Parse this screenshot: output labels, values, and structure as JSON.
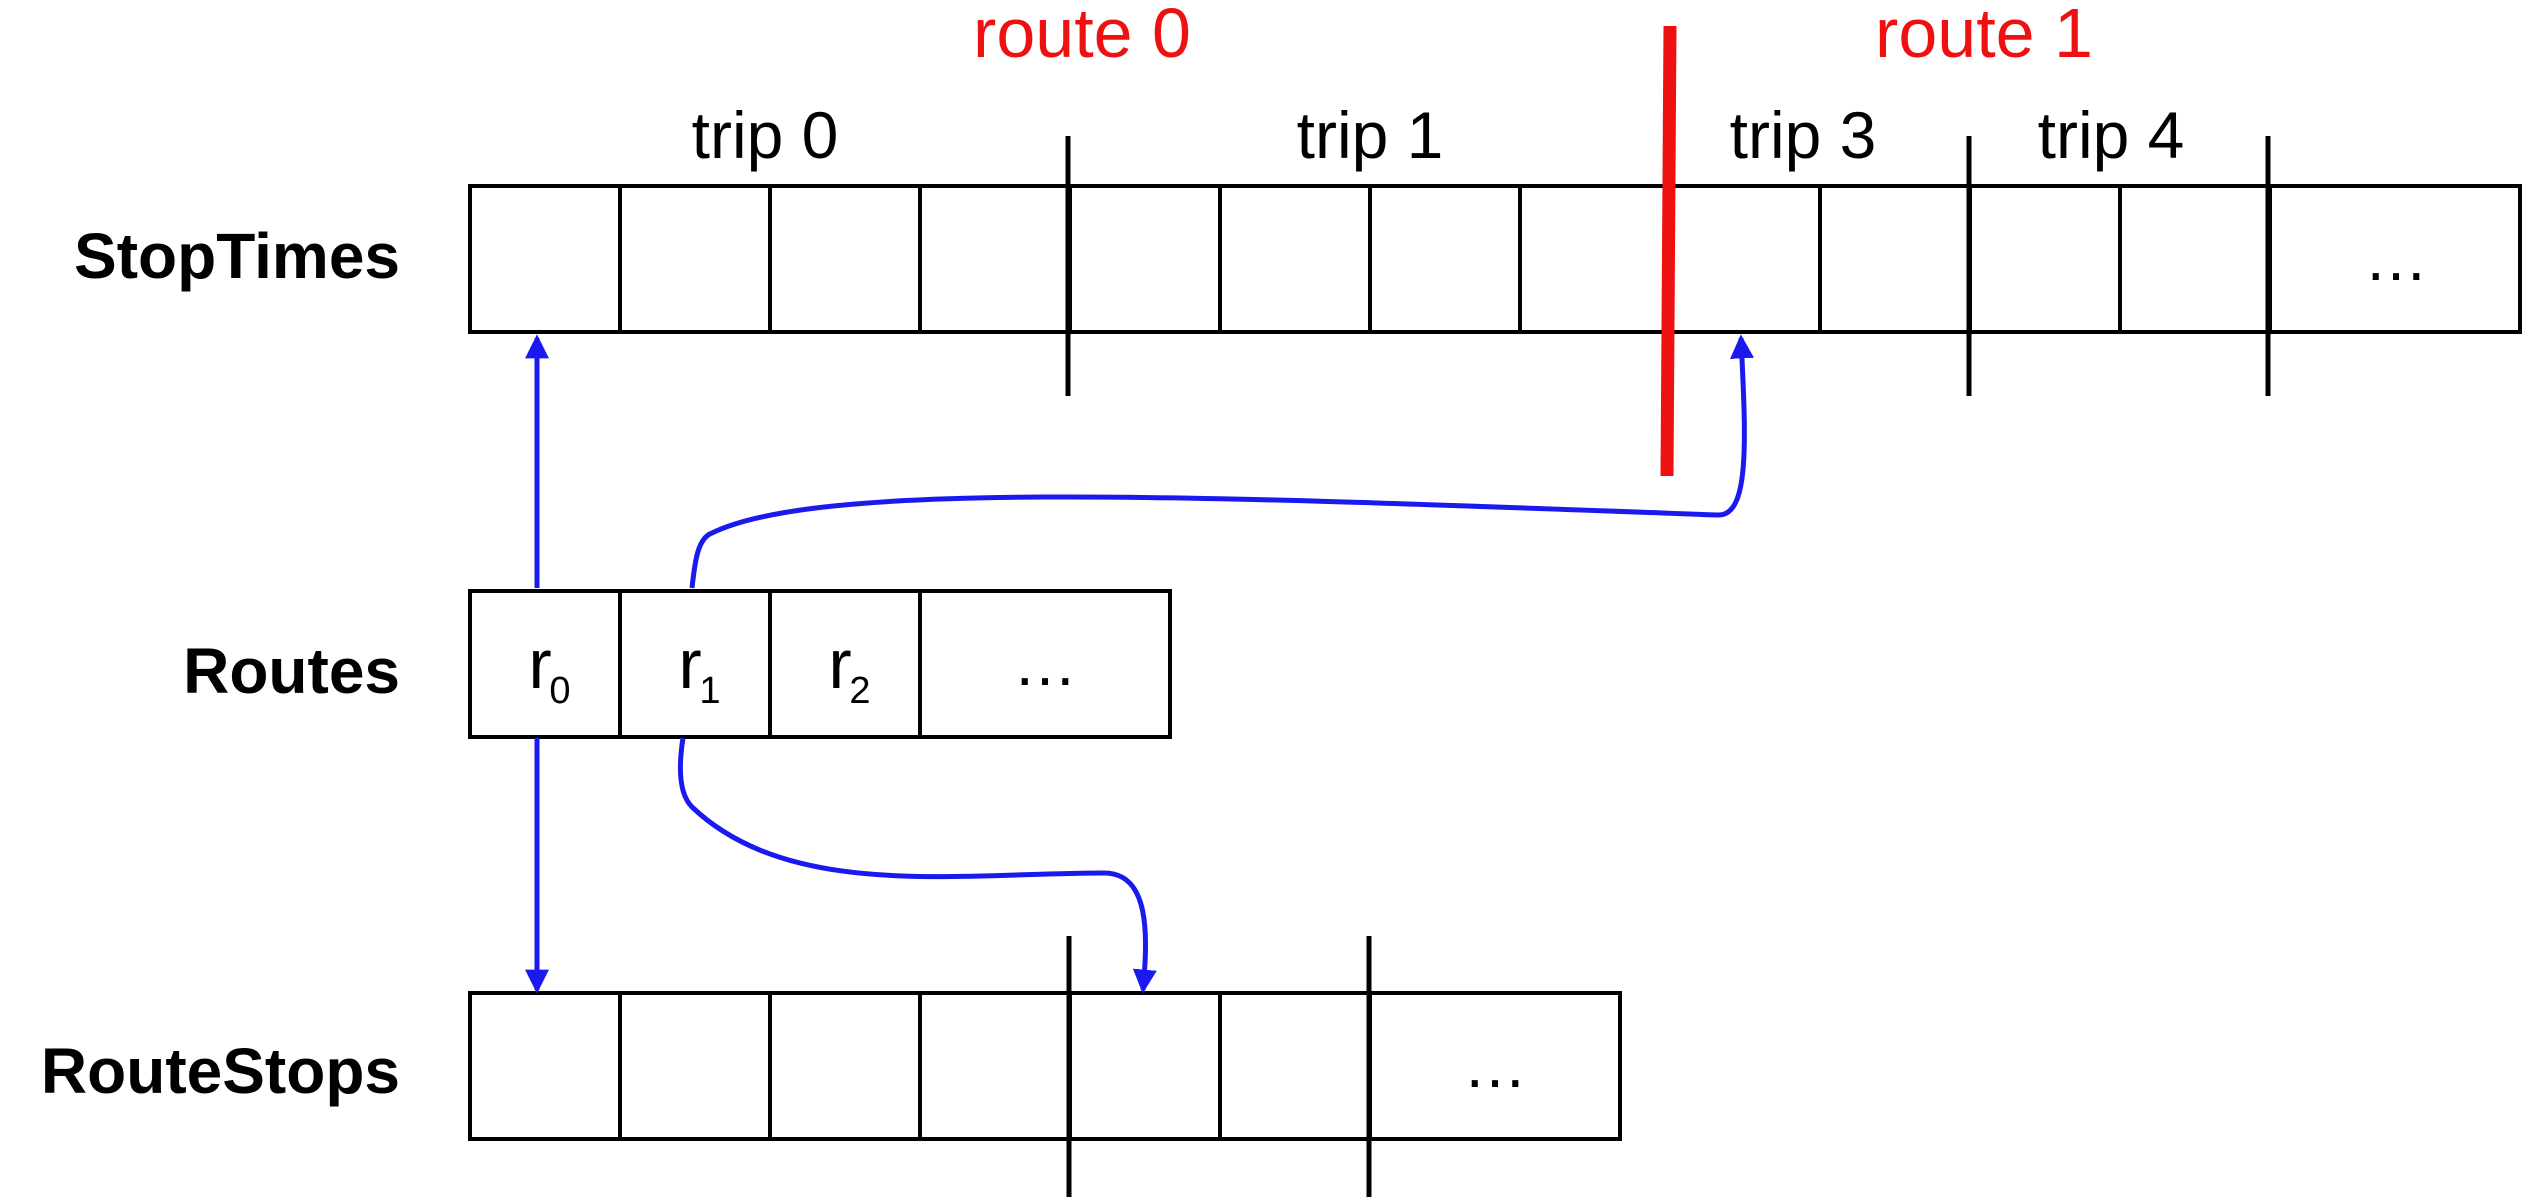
{
  "colors": {
    "route_divider": "#ee1111",
    "pointer": "#1a1aee",
    "cell_border": "#000000",
    "text": "#000000"
  },
  "row_labels": {
    "stop_times": "StopTimes",
    "routes": "Routes",
    "route_stops": "RouteStops"
  },
  "route_labels": [
    "route 0",
    "route 1"
  ],
  "trip_labels": [
    "trip 0",
    "trip 1",
    "trip 3",
    "trip 4"
  ],
  "stop_times": {
    "cell_count": 13,
    "last_cell_text": "…"
  },
  "routes": {
    "cells": [
      {
        "main": "r",
        "sub": "0"
      },
      {
        "main": "r",
        "sub": "1"
      },
      {
        "main": "r",
        "sub": "2"
      },
      {
        "main": "…",
        "sub": ""
      }
    ]
  },
  "route_stops": {
    "cell_count": 7,
    "last_cell_text": "…"
  }
}
